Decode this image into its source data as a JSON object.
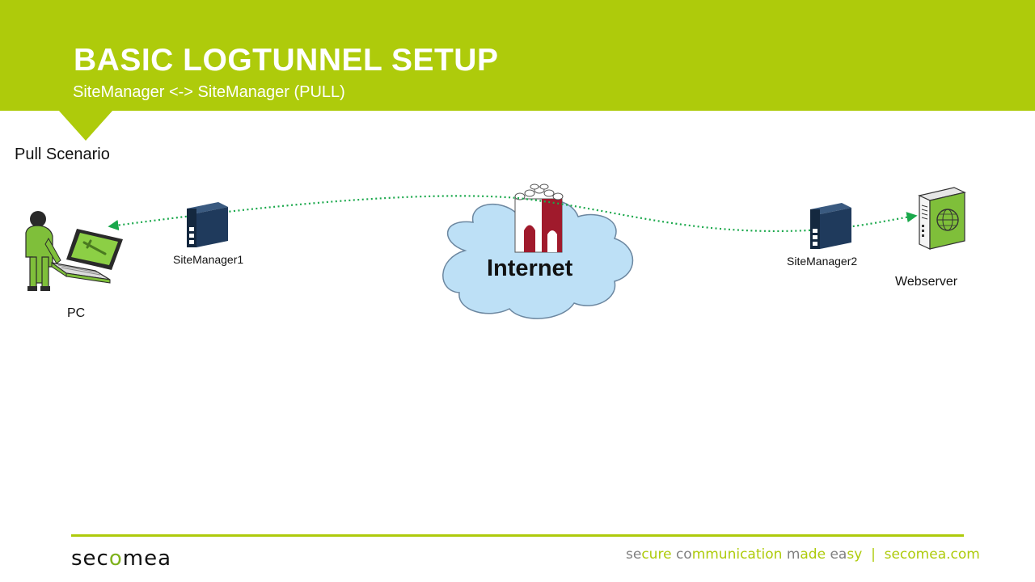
{
  "header": {
    "title": "BASIC LOGTUNNEL SETUP",
    "subtitle": "SiteManager <-> SiteManager (PULL)"
  },
  "scenario_label": "Pull Scenario",
  "nodes": {
    "pc": "PC",
    "sitemanager1": "SiteManager1",
    "internet": "Internet",
    "sitemanager2": "SiteManager2",
    "webserver": "Webserver"
  },
  "footer": {
    "logo_left": "sec",
    "logo_o": "o",
    "logo_right": "mea",
    "tagline": {
      "p1": "se",
      "p2": "cure ",
      "p3": "co",
      "p4": "mmunication ",
      "p5": "m",
      "p6": "ade ",
      "p7": "ea",
      "p8": "sy",
      "p9": "  |  ",
      "p10": "secomea.com"
    }
  },
  "colors": {
    "brand_green": "#aecb0b",
    "connection_green": "#1aa84b",
    "server_blue": "#1f3a5c",
    "cloud_blue": "#bde0f6",
    "castle_red": "#a01a2c"
  },
  "icons": [
    "user-at-laptop-icon",
    "sitemanager-device-icon",
    "internet-cloud-icon",
    "gatemanager-castle-icon",
    "webserver-icon"
  ]
}
